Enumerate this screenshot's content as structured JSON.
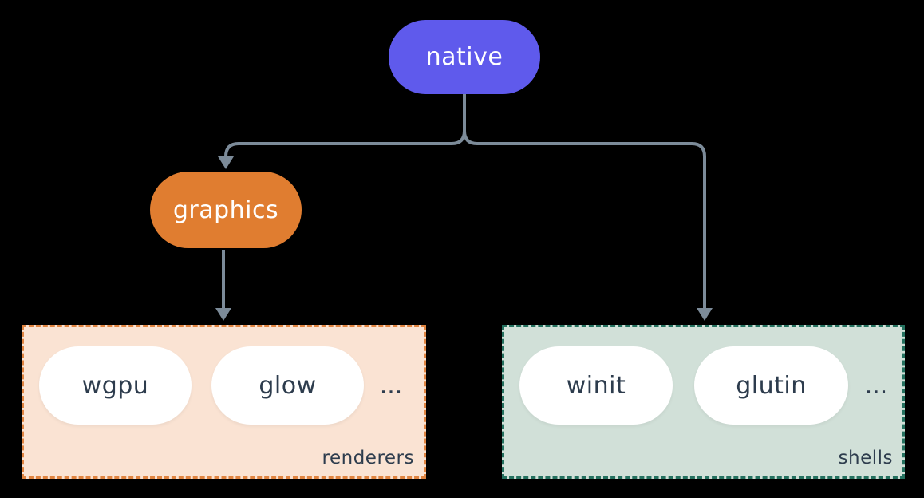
{
  "diagram": {
    "background_color": "#000000",
    "connector_color": "#7c8b99",
    "nodes": {
      "native": {
        "label": "native",
        "fill": "#5f5aec",
        "text_color": "#ffffff"
      },
      "graphics": {
        "label": "graphics",
        "fill": "#e07d30",
        "text_color": "#ffffff"
      }
    },
    "groups": {
      "renderers": {
        "label": "renderers",
        "fill": "#fae3d3",
        "border_color": "#e08440",
        "label_color": "#2d3c4d",
        "item_fill": "#ffffff",
        "item_text_color": "#2d3c4d",
        "ellipsis": "...",
        "items": [
          {
            "label": "wgpu"
          },
          {
            "label": "glow"
          }
        ]
      },
      "shells": {
        "label": "shells",
        "fill": "#d1e0d8",
        "border_color": "#24715f",
        "label_color": "#2d3c4d",
        "item_fill": "#ffffff",
        "item_text_color": "#2d3c4d",
        "ellipsis": "...",
        "items": [
          {
            "label": "winit"
          },
          {
            "label": "glutin"
          }
        ]
      }
    }
  }
}
